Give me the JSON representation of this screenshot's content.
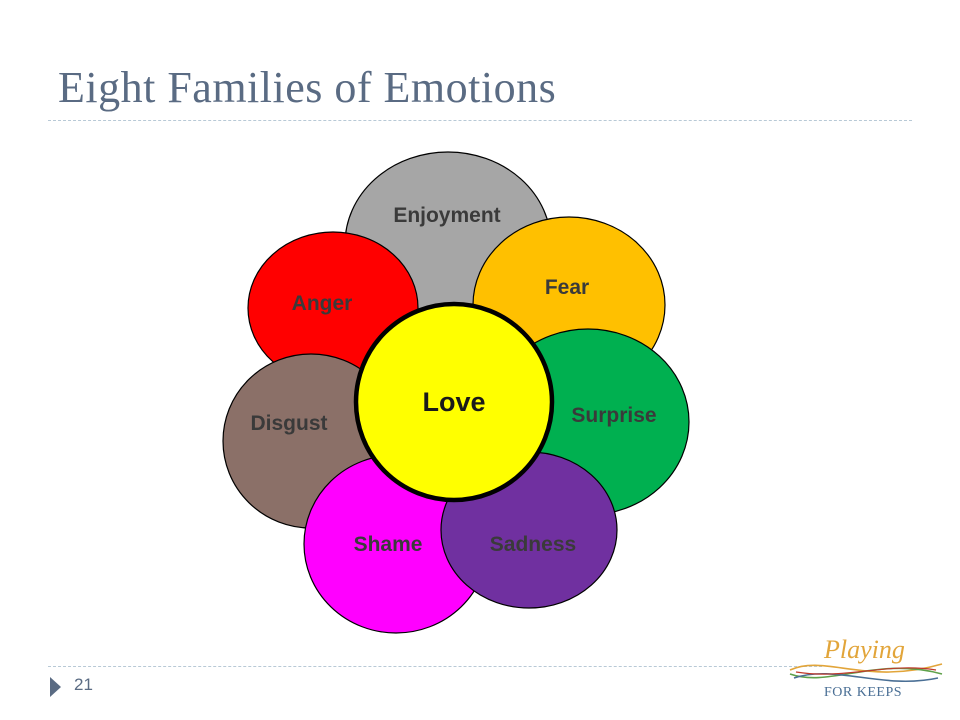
{
  "slide": {
    "title": "Eight Families of Emotions",
    "page_number": "21"
  },
  "diagram": {
    "center": {
      "label": "Love",
      "color": "#ffff00"
    },
    "petals": [
      {
        "id": "enjoyment",
        "label": "Enjoyment",
        "color": "#a6a6a6"
      },
      {
        "id": "fear",
        "label": "Fear",
        "color": "#ffc000"
      },
      {
        "id": "anger",
        "label": "Anger",
        "color": "#ff0000"
      },
      {
        "id": "surprise",
        "label": "Surprise",
        "color": "#00b050"
      },
      {
        "id": "disgust",
        "label": "Disgust",
        "color": "#8b7068"
      },
      {
        "id": "shame",
        "label": "Shame",
        "color": "#ff00ff"
      },
      {
        "id": "sadness",
        "label": "Sadness",
        "color": "#7030a0"
      }
    ]
  },
  "logo": {
    "line1": "Playing",
    "line2": "FOR KEEPS",
    "colors": {
      "text_top": "#e2a53a",
      "text_bottom": "#4a6f95",
      "wave_1": "#e2a53a",
      "wave_2": "#5fa14a",
      "wave_3": "#4a6f95",
      "wave_4": "#c0392b"
    }
  }
}
